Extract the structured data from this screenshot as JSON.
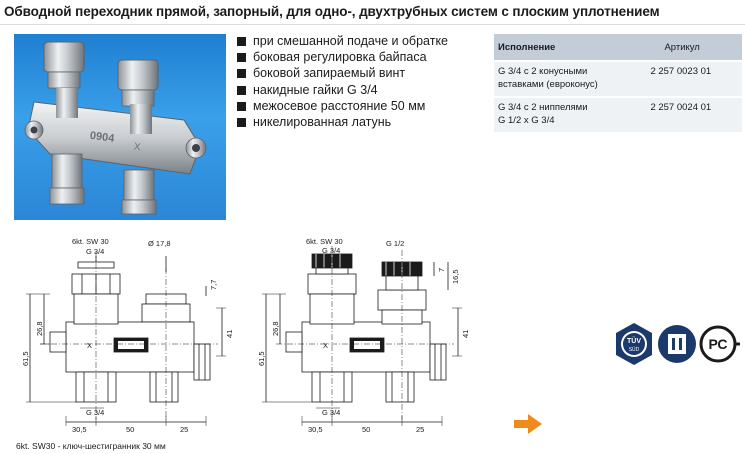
{
  "header": {
    "title": "Обводной переходник прямой, запорный, для одно-, двухтрубных систем с плоским уплотнением"
  },
  "photo": {
    "engraving": "0904"
  },
  "features": [
    "при смешанной подаче и обратке",
    "боковая регулировка байпаса",
    "боковой запираемый винт",
    "накидные гайки G 3/4",
    "межосевое расстояние 50 мм",
    "никелированная латунь"
  ],
  "spec_table": {
    "headers": {
      "version": "Исполнение",
      "article": "Артикул"
    },
    "rows": [
      {
        "version_line1": "G 3/4 с 2 конусными",
        "version_line2": "вставками (евроконус)",
        "article": "2 257 0023 01"
      },
      {
        "version_line1": "G 3/4 с 2 ниппелями",
        "version_line2": "G 1/2 x G 3/4",
        "article": "2 257 0024 01"
      }
    ]
  },
  "drawing_left": {
    "wrench": "6kt. SW 30",
    "thread_top": "G 3/4",
    "diameter": "Ø 17,8",
    "dim_77": "7,7",
    "dim_268": "26,8",
    "dim_615": "61,5",
    "dim_41": "41",
    "thread_bottom": "G 3/4",
    "dim_305": "30,5",
    "dim_50": "50",
    "dim_25": "25"
  },
  "drawing_right": {
    "wrench": "6kt. SW 30",
    "thread_top": "G 3/4",
    "thread_nipple": "G 1/2",
    "dim_7": "7",
    "dim_165": "16,5",
    "dim_268": "26,8",
    "dim_615": "61,5",
    "dim_41": "41",
    "thread_bottom": "G 3/4",
    "dim_305": "30,5",
    "dim_50": "50",
    "dim_25": "25"
  },
  "certifications": {
    "tuv_line1": "TÜV",
    "tuv_line2": "SÜD",
    "gost_mark": "РС"
  },
  "footnote": "6kt. SW30 - ключ-шестигранник 30 мм",
  "colors": {
    "photo_bg": "#2b86d6",
    "table_header": "#c2cdd8",
    "table_row": "#eef2f5",
    "arrow": "#f08a1c"
  }
}
